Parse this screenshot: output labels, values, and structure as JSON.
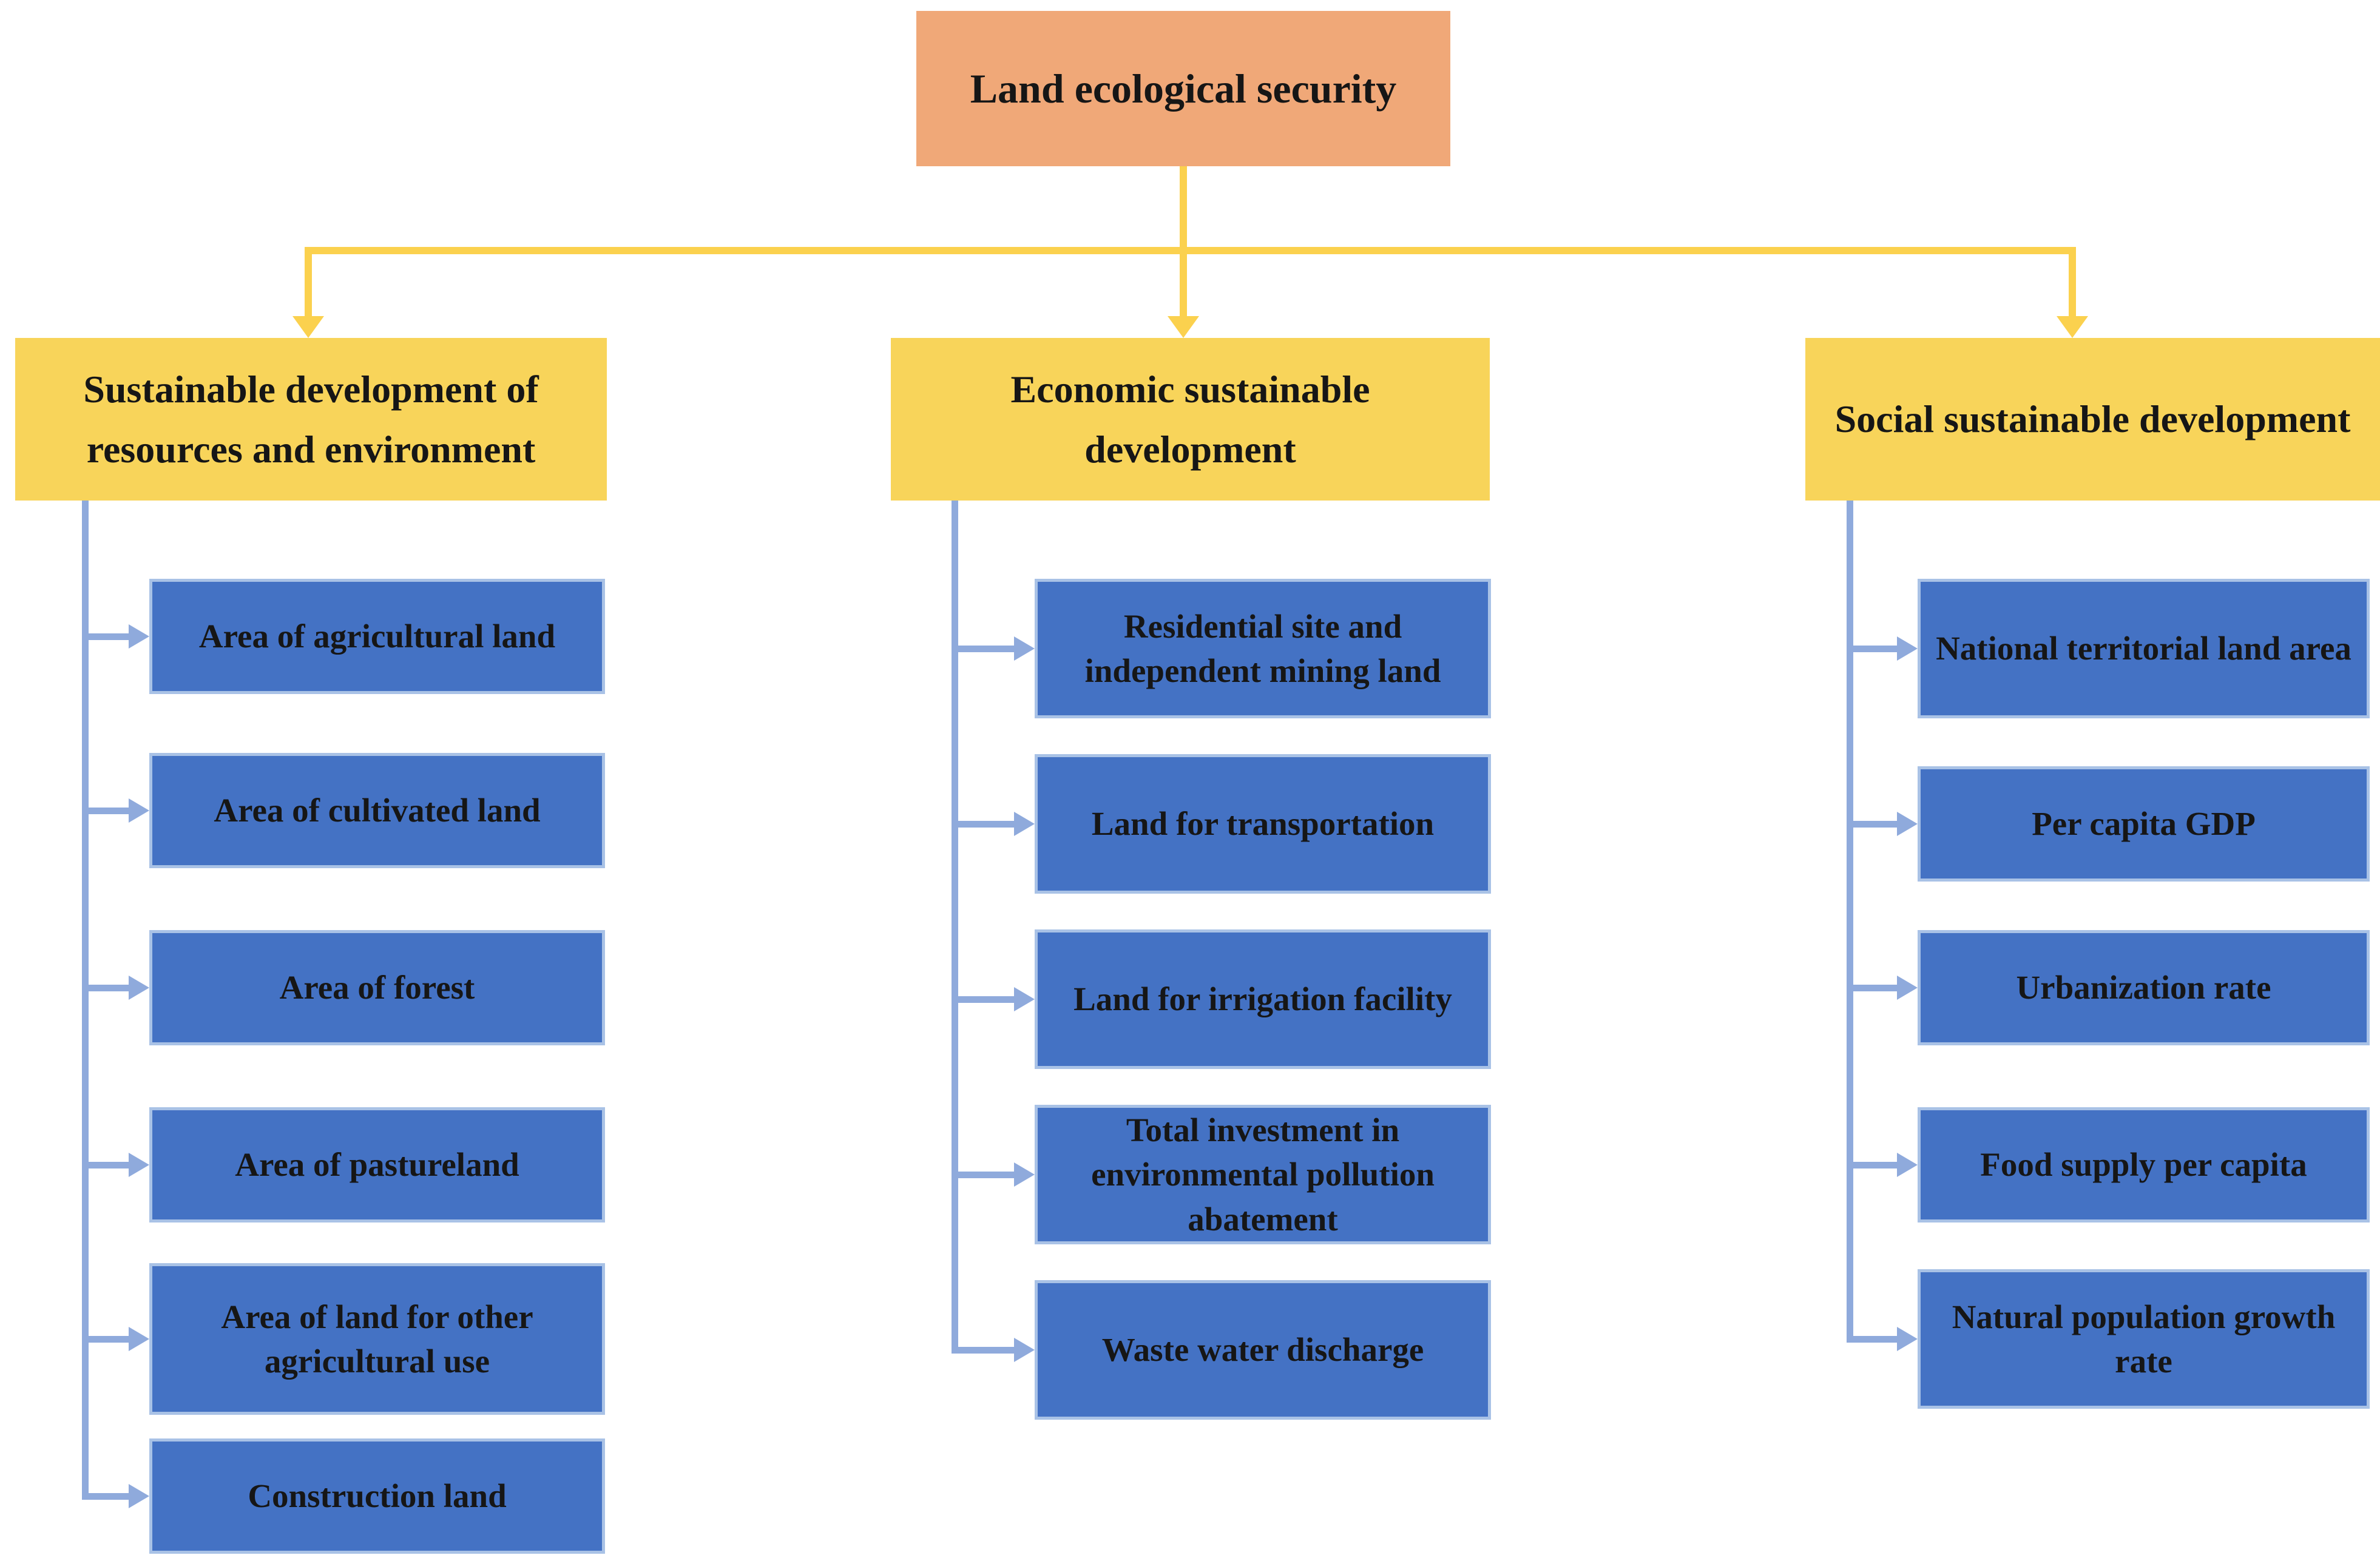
{
  "root": {
    "label": "Land ecological security"
  },
  "branches": [
    {
      "label": "Sustainable development of resources and environment",
      "children": [
        "Area of agricultural land",
        "Area of cultivated land",
        "Area of forest",
        "Area of pastureland",
        "Area of land for other agricultural use",
        "Construction land"
      ]
    },
    {
      "label": "Economic sustainable development",
      "children": [
        "Residential site and independent mining land",
        "Land for transportation",
        "Land for irrigation facility",
        "Total investment in environmental pollution abatement",
        "Waste water discharge"
      ]
    },
    {
      "label": "Social sustainable development",
      "children": [
        "National territorial land area",
        "Per capita GDP",
        "Urbanization rate",
        "Food supply per capita",
        "Natural population growth rate"
      ]
    }
  ],
  "colors": {
    "orange": "#F0A878",
    "yellow": "#F8D45A",
    "gold": "#FBD14E",
    "blue": "#4472C4",
    "blue_border": "#A9C2E6",
    "lightblue": "#8FAADC",
    "text": "#161616"
  }
}
